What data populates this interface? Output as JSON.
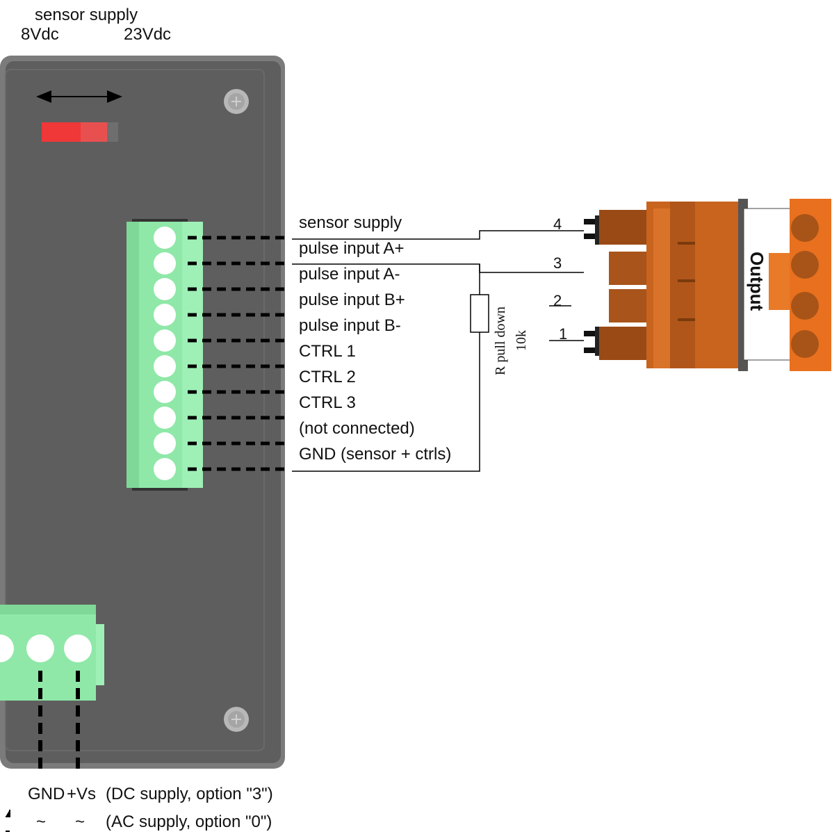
{
  "supply_selector": {
    "title": "sensor supply",
    "left_value": "8Vdc",
    "right_value": "23Vdc"
  },
  "terminal_pins": [
    "sensor supply",
    "pulse input A+",
    "pulse input A-",
    "pulse input B+",
    "pulse input B-",
    "CTRL 1",
    "CTRL 2",
    "CTRL 3",
    "(not connected)",
    "GND (sensor + ctrls)"
  ],
  "resistor": {
    "label": "R pull down",
    "value": "10k"
  },
  "output_connector": {
    "label": "Output",
    "pins": [
      "4",
      "3",
      "2",
      "1"
    ]
  },
  "power_terminal": {
    "gnd_label": "GND",
    "vs_label": "+Vs",
    "dc_note": "(DC supply, option \"3\")",
    "ac_symbol_1": "~",
    "ac_symbol_2": "~",
    "ac_note": "(AC supply, option \"0\")"
  },
  "colors": {
    "panel": "#5f5f5f",
    "panel_border": "#7a7a7a",
    "terminal_green": "#8fe8a8",
    "switch_red": "#f03838",
    "connector_orange": "#e8701e",
    "connector_dark": "#9a4a14"
  }
}
